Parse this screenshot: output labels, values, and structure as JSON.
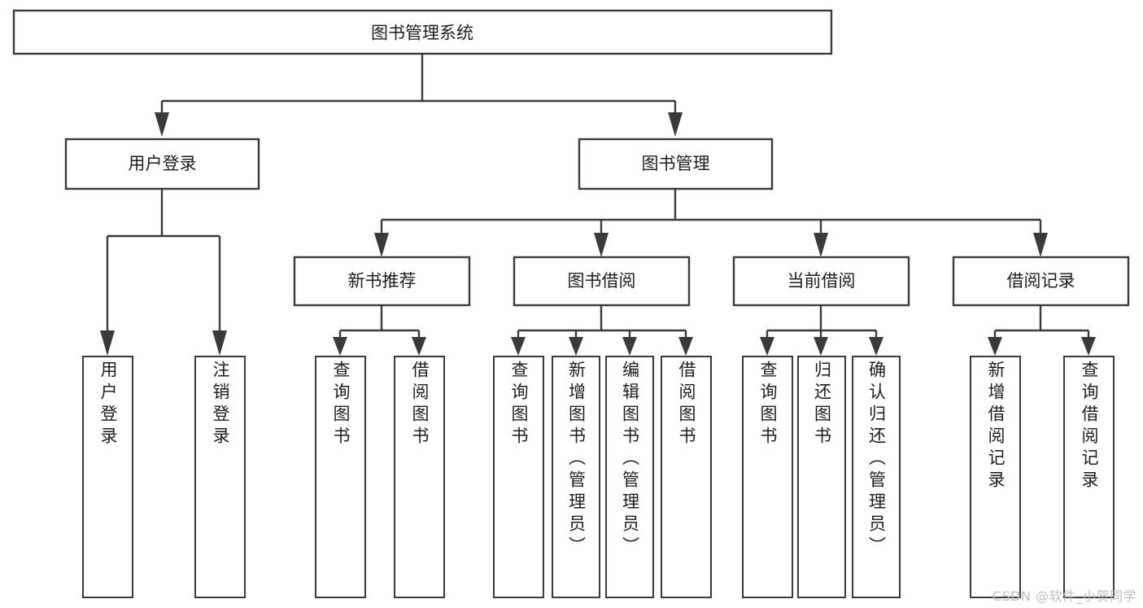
{
  "diagram": {
    "type": "tree-hierarchy",
    "title": "图书管理系统",
    "orientation": "top-down",
    "colors": {
      "background": "#ffffff",
      "box_fill": "#ffffff",
      "box_stroke": "#3a3a3a",
      "text": "#1c1c1c",
      "watermark": "#bfbfbf"
    },
    "root": {
      "label": "图书管理系统"
    },
    "level2": [
      {
        "label": "用户登录"
      },
      {
        "label": "图书管理"
      }
    ],
    "level3": [
      {
        "label": "新书推荐"
      },
      {
        "label": "图书借阅"
      },
      {
        "label": "当前借阅"
      },
      {
        "label": "借阅记录"
      }
    ],
    "leaves": {
      "user_login": [
        {
          "label": "用户登录"
        },
        {
          "label": "注销登录"
        }
      ],
      "new_book_recommend": [
        {
          "label": "查询图书"
        },
        {
          "label": "借阅图书"
        }
      ],
      "book_borrow": [
        {
          "label": "查询图书"
        },
        {
          "label": "新增图书（管理员）"
        },
        {
          "label": "编辑图书（管理员）"
        },
        {
          "label": "借阅图书"
        }
      ],
      "current_borrow": [
        {
          "label": "查询图书"
        },
        {
          "label": "归还图书"
        },
        {
          "label": "确认归还（管理员）"
        }
      ],
      "borrow_record": [
        {
          "label": "新增借阅记录"
        },
        {
          "label": "查询借阅记录"
        }
      ]
    },
    "watermark": "CSDN @软件_小贺同学"
  }
}
